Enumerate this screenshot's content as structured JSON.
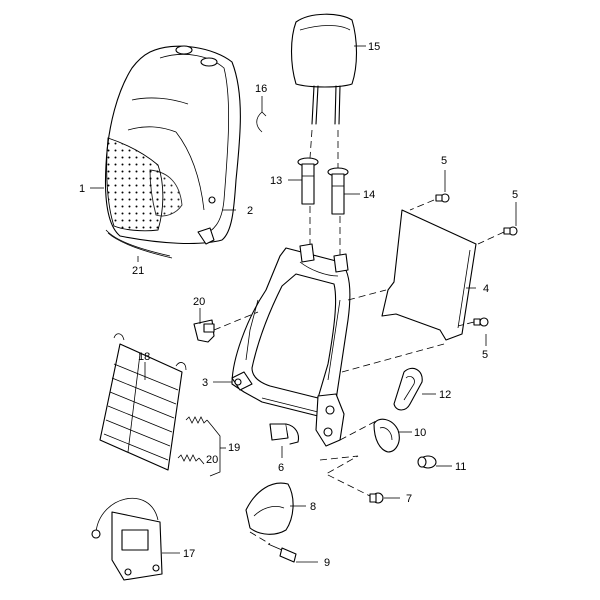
{
  "diagram": {
    "callouts": [
      {
        "id": "c1",
        "text": "1"
      },
      {
        "id": "c2",
        "text": "2"
      },
      {
        "id": "c3",
        "text": "3"
      },
      {
        "id": "c4",
        "text": "4"
      },
      {
        "id": "c5a",
        "text": "5"
      },
      {
        "id": "c5b",
        "text": "5"
      },
      {
        "id": "c5c",
        "text": "5"
      },
      {
        "id": "c6",
        "text": "6"
      },
      {
        "id": "c7",
        "text": "7"
      },
      {
        "id": "c8",
        "text": "8"
      },
      {
        "id": "c9",
        "text": "9"
      },
      {
        "id": "c10",
        "text": "10"
      },
      {
        "id": "c11",
        "text": "11"
      },
      {
        "id": "c12",
        "text": "12"
      },
      {
        "id": "c13",
        "text": "13"
      },
      {
        "id": "c14",
        "text": "14"
      },
      {
        "id": "c15",
        "text": "15"
      },
      {
        "id": "c16",
        "text": "16"
      },
      {
        "id": "c17",
        "text": "17"
      },
      {
        "id": "c18",
        "text": "18"
      },
      {
        "id": "c19",
        "text": "19"
      },
      {
        "id": "c20a",
        "text": "20"
      },
      {
        "id": "c20b",
        "text": "20"
      },
      {
        "id": "c21",
        "text": "21"
      }
    ]
  }
}
